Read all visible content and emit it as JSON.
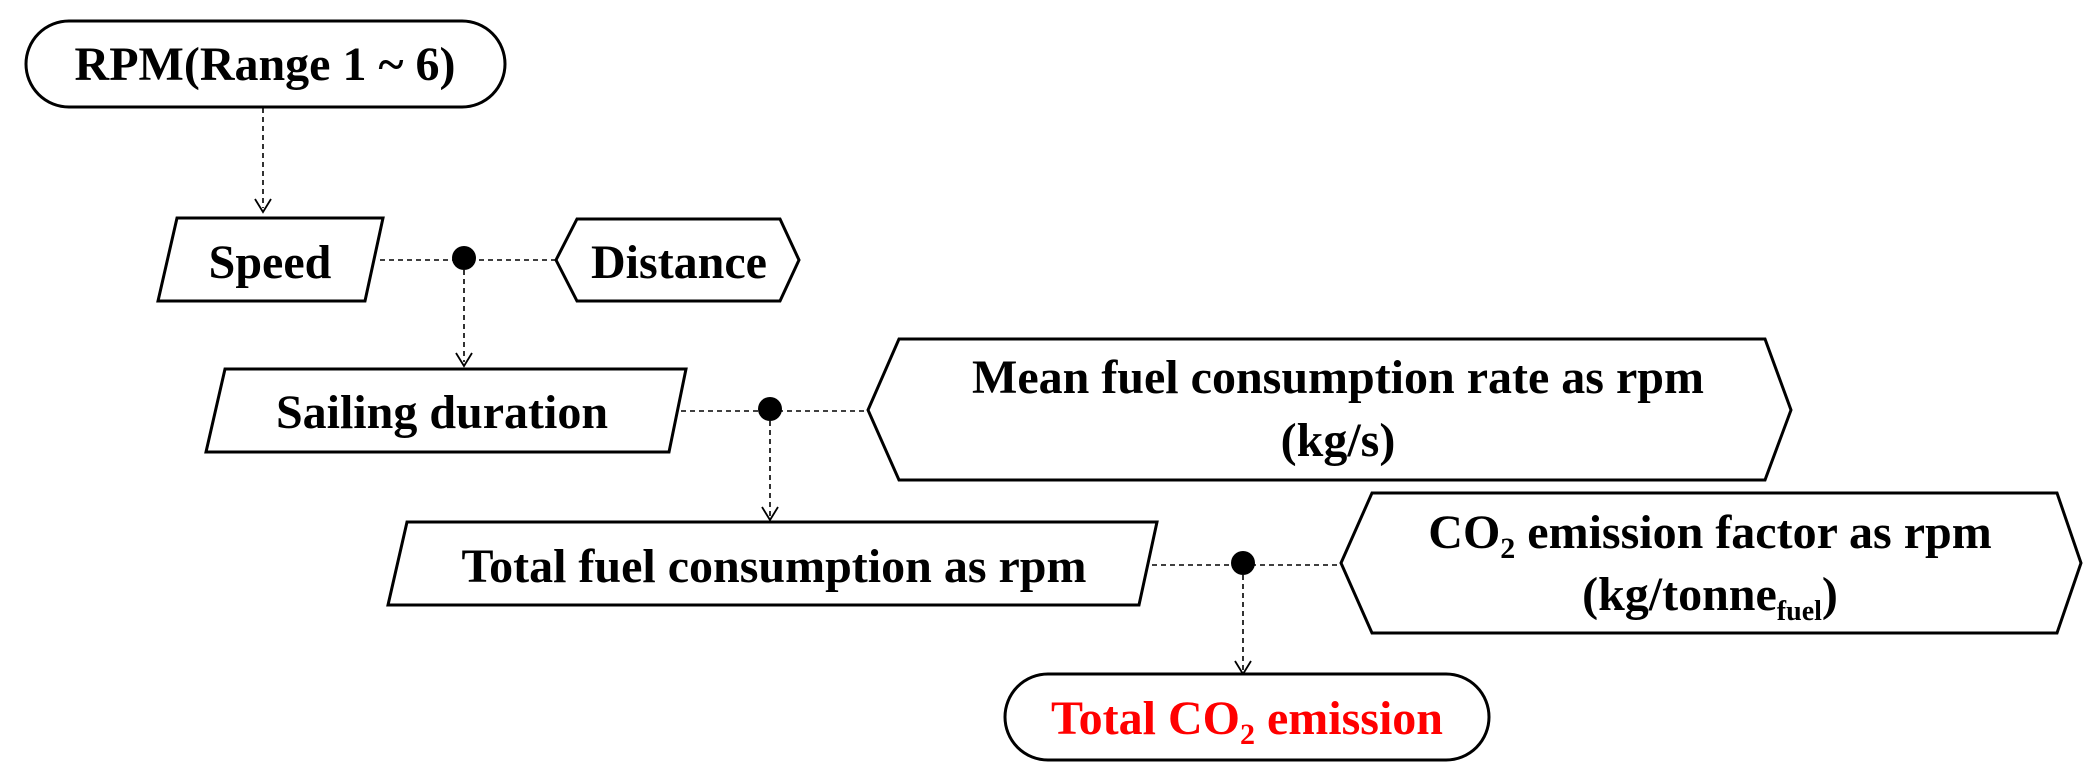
{
  "nodes": {
    "rpm": {
      "text": "RPM(Range 1 ~ 6)"
    },
    "speed": {
      "text": "Speed"
    },
    "distance": {
      "text": "Distance"
    },
    "sailing_duration": {
      "text": "Sailing duration"
    },
    "mean_fuel": {
      "line1": "Mean fuel consumption rate as rpm",
      "line2": "(kg/s)"
    },
    "total_fuel": {
      "text": "Total fuel consumption as rpm"
    },
    "co2_factor": {
      "line1_a": "CO",
      "line1_sub": "2",
      "line1_b": " emission factor as rpm",
      "line2_a": "(kg/tonne",
      "line2_sub": "fuel",
      "line2_b": ")"
    },
    "total_co2": {
      "text_a": "Total CO",
      "text_sub": "2",
      "text_b": " emission"
    }
  },
  "colors": {
    "stroke": "#000000",
    "result_text": "#ff0000"
  }
}
